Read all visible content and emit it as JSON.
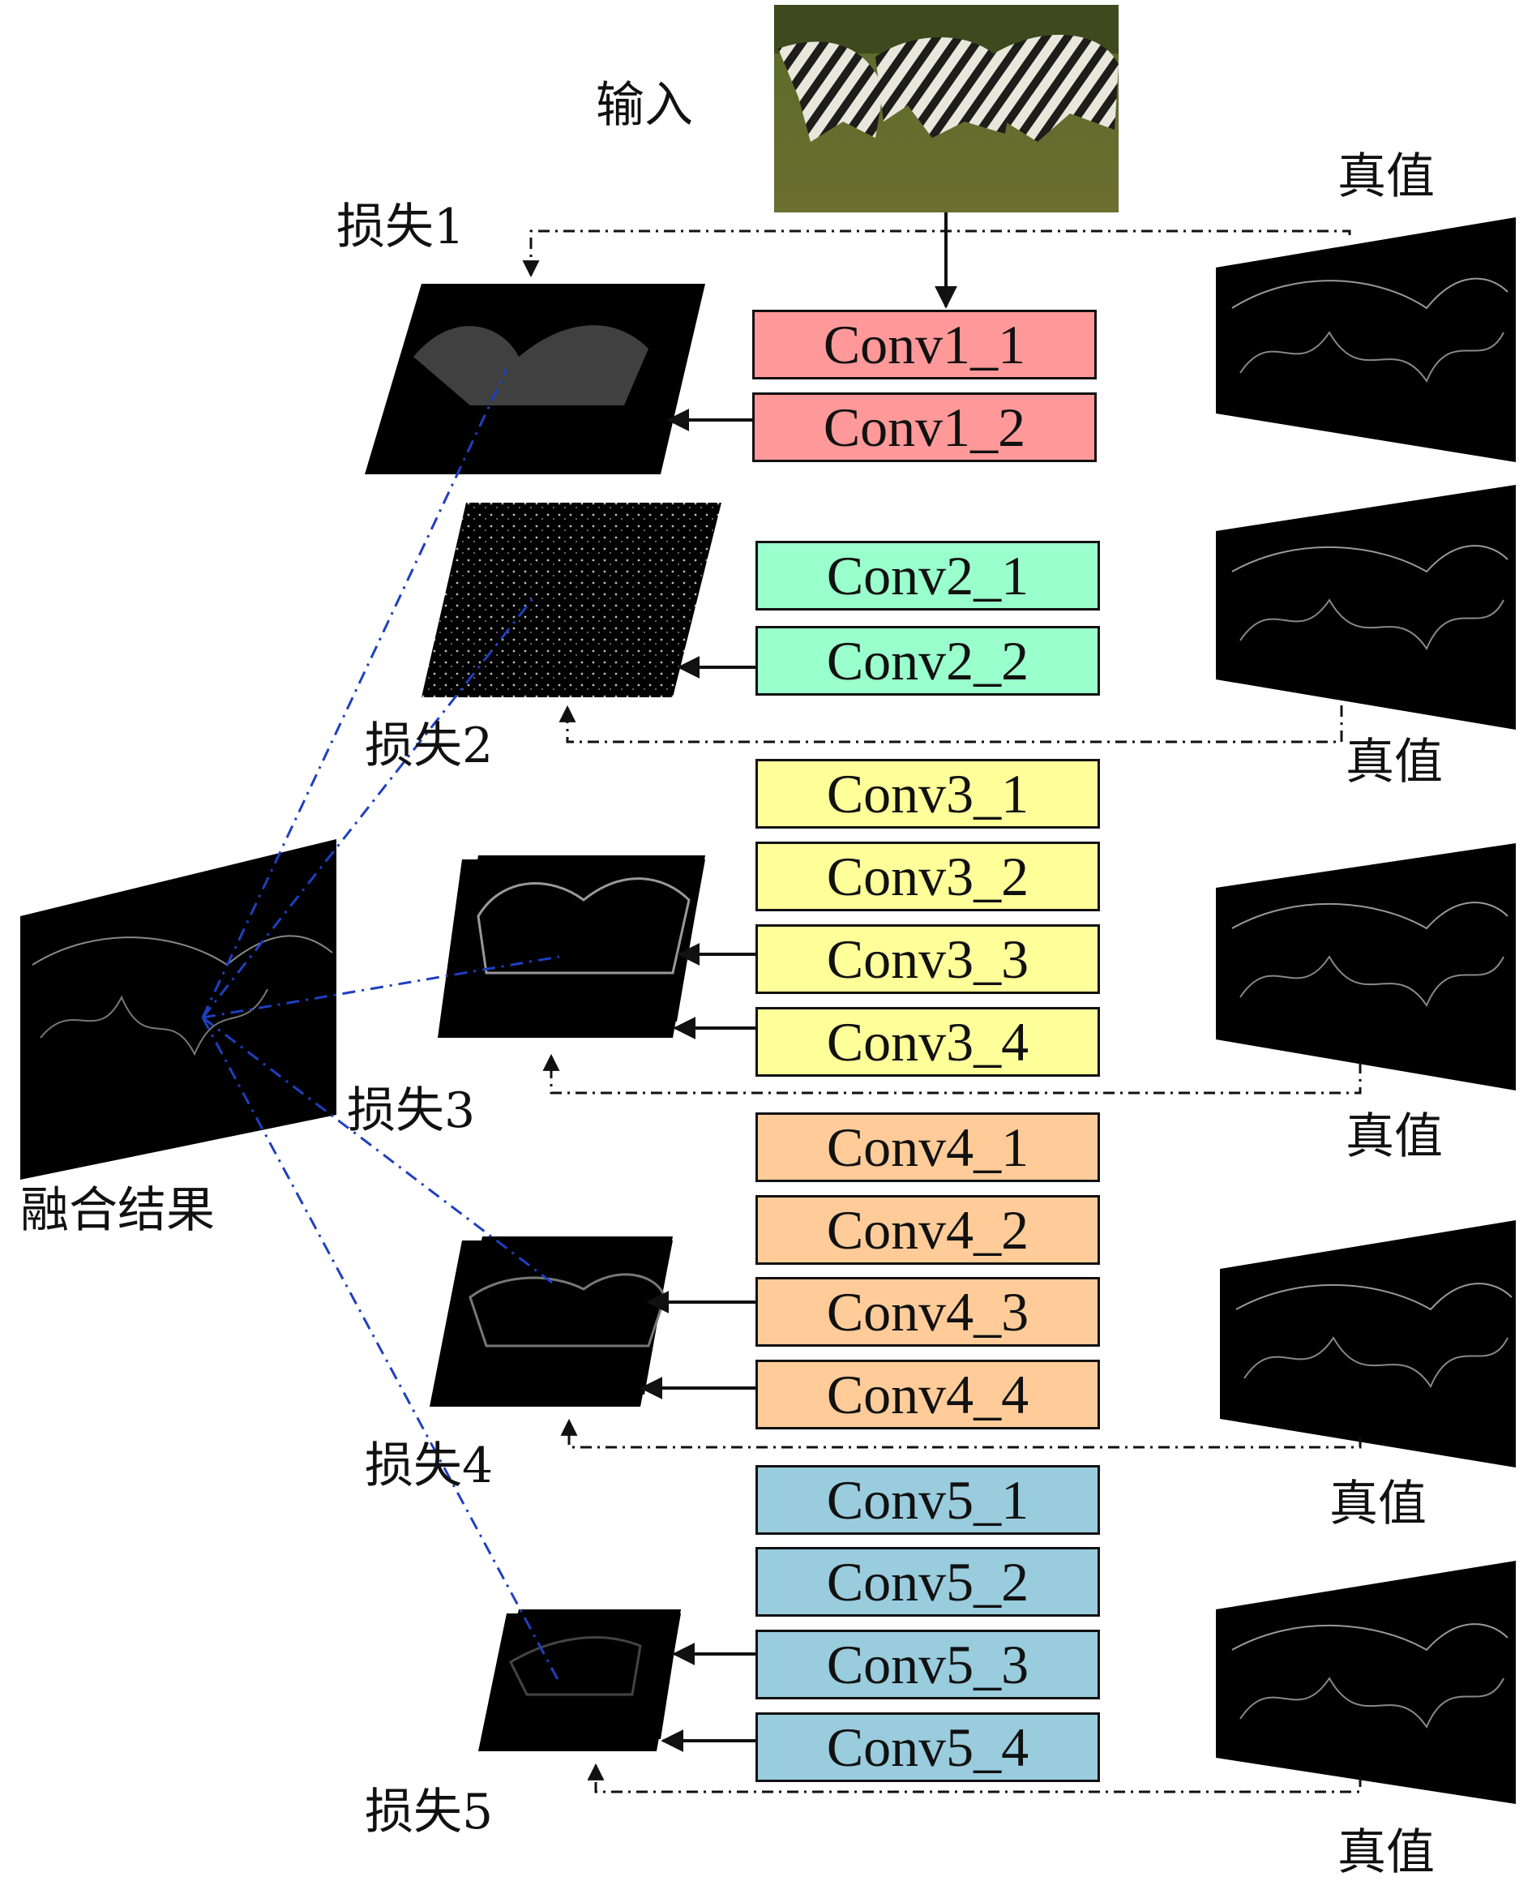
{
  "labels": {
    "input": "输入",
    "fusion": "融合结果",
    "truth": "真值",
    "losses": [
      "损失1",
      "损失2",
      "损失3",
      "损失4",
      "损失5"
    ]
  },
  "stages": [
    {
      "color": "#FF9999",
      "layers": [
        "Conv1_1",
        "Conv1_2"
      ]
    },
    {
      "color": "#99FFCC",
      "layers": [
        "Conv2_1",
        "Conv2_2"
      ]
    },
    {
      "color": "#FFFF99",
      "layers": [
        "Conv3_1",
        "Conv3_2",
        "Conv3_3",
        "Conv3_4"
      ]
    },
    {
      "color": "#FFCC99",
      "layers": [
        "Conv4_1",
        "Conv4_2",
        "Conv4_3",
        "Conv4_4"
      ]
    },
    {
      "color": "#99CCDD",
      "layers": [
        "Conv5_1",
        "Conv5_2",
        "Conv5_3",
        "Conv5_4"
      ]
    }
  ],
  "colors": {
    "fusion_lines": "#1F3FBF",
    "arrows": "#111111",
    "maps": "#000000"
  }
}
